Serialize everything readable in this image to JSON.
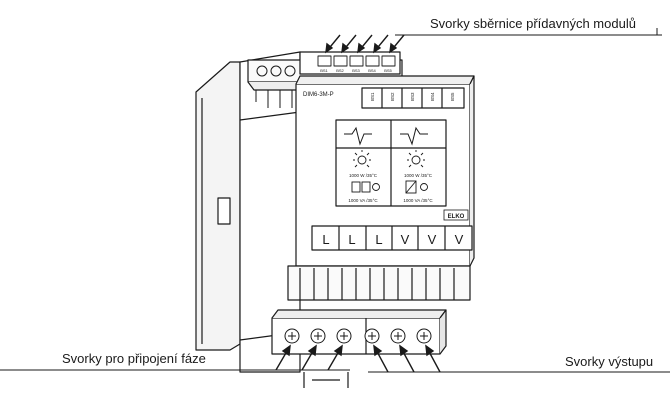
{
  "callouts": {
    "bus_terminals": "Svorky sběrnice přídavných modulů",
    "phase_terminals": "Svorky pro připojení fáze",
    "output_terminals": "Svorky výstupu"
  },
  "device": {
    "model": "DIM6-3M-P",
    "brand": "ELKO",
    "bus_labels": [
      "BS1",
      "BS2",
      "BS3",
      "BS4",
      "BS5"
    ],
    "indicator_labels": [
      "BS1",
      "BS2",
      "BS3",
      "BS4",
      "BS5"
    ],
    "ratings": {
      "leading_edge_lamp": "1000 W /35°C",
      "leading_edge_transformer": "1000 VA /35°C",
      "trailing_edge_lamp": "1000 W /35°C",
      "trailing_edge_transformer": "1000 VA /35°C"
    },
    "terminal_letters": [
      "L",
      "L",
      "L",
      "V",
      "V",
      "V"
    ]
  },
  "colors": {
    "line": "#1a1a1a",
    "body": "#ffffff",
    "shade": "#e8e8e8"
  }
}
